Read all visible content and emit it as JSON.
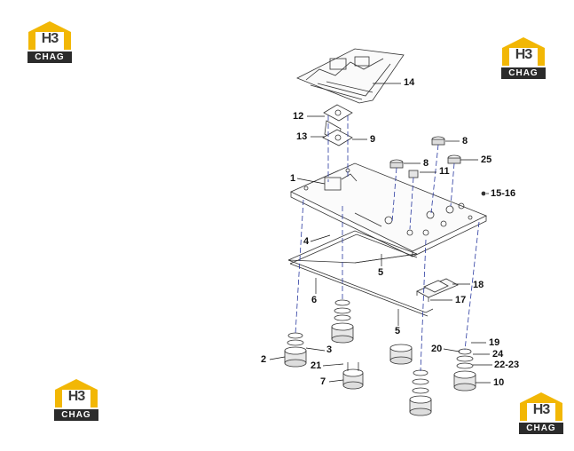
{
  "logos": [
    {
      "mark": "H3",
      "caption": "CHAG"
    },
    {
      "mark": "H3",
      "caption": "CHAG"
    },
    {
      "mark": "H3",
      "caption": "CHAG"
    },
    {
      "mark": "H3",
      "caption": "CHAG"
    }
  ],
  "colors": {
    "logo_yellow": "#f2b705",
    "logo_dark": "#2b2b2b",
    "line": "#333333",
    "centerline": "#2a3aa0"
  },
  "callouts": {
    "c14": "14",
    "c12": "12",
    "c13": "13",
    "c9": "9",
    "c8a": "8",
    "c8b": "8",
    "c25": "25",
    "c11": "11",
    "c1": "1",
    "c15_16": "15-16",
    "c4": "4",
    "c5a": "5",
    "c6": "6",
    "c18": "18",
    "c17": "17",
    "c5b": "5",
    "c3": "3",
    "c2": "2",
    "c21": "21",
    "c7": "7",
    "c19": "19",
    "c20": "20",
    "c24": "24",
    "c22_23": "22-23",
    "c10": "10"
  }
}
